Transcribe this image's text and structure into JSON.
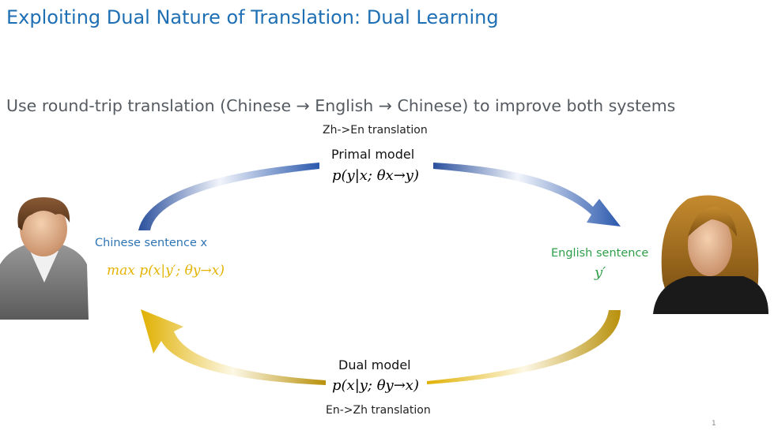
{
  "title": "Exploiting Dual Nature of Translation: Dual Learning",
  "subtitle": "Use round-trip translation (Chinese →  English →  Chinese) to improve both systems",
  "primal": {
    "task": "Zh->En translation",
    "title": "Primal model",
    "formula": "p(y|x; θx→y)"
  },
  "dual": {
    "task": "En->Zh translation",
    "title": "Dual model",
    "formula": "p(x|y; θy→x)"
  },
  "left_person": {
    "label": "Chinese sentence x",
    "objective": "max p(x|y′; θy→x)"
  },
  "right_person": {
    "label": "English sentence",
    "variable": "y′"
  },
  "page_number": "1",
  "colors": {
    "title": "#1f6fb5",
    "blue_arrow": "#2c5aa8",
    "gold_arrow": "#d6a800",
    "chinese_label": "#2e74b5",
    "english_label": "#2e9e4a",
    "objective": "#e5b300"
  },
  "icons": {
    "left": "male-user-icon",
    "right": "female-user-icon"
  }
}
